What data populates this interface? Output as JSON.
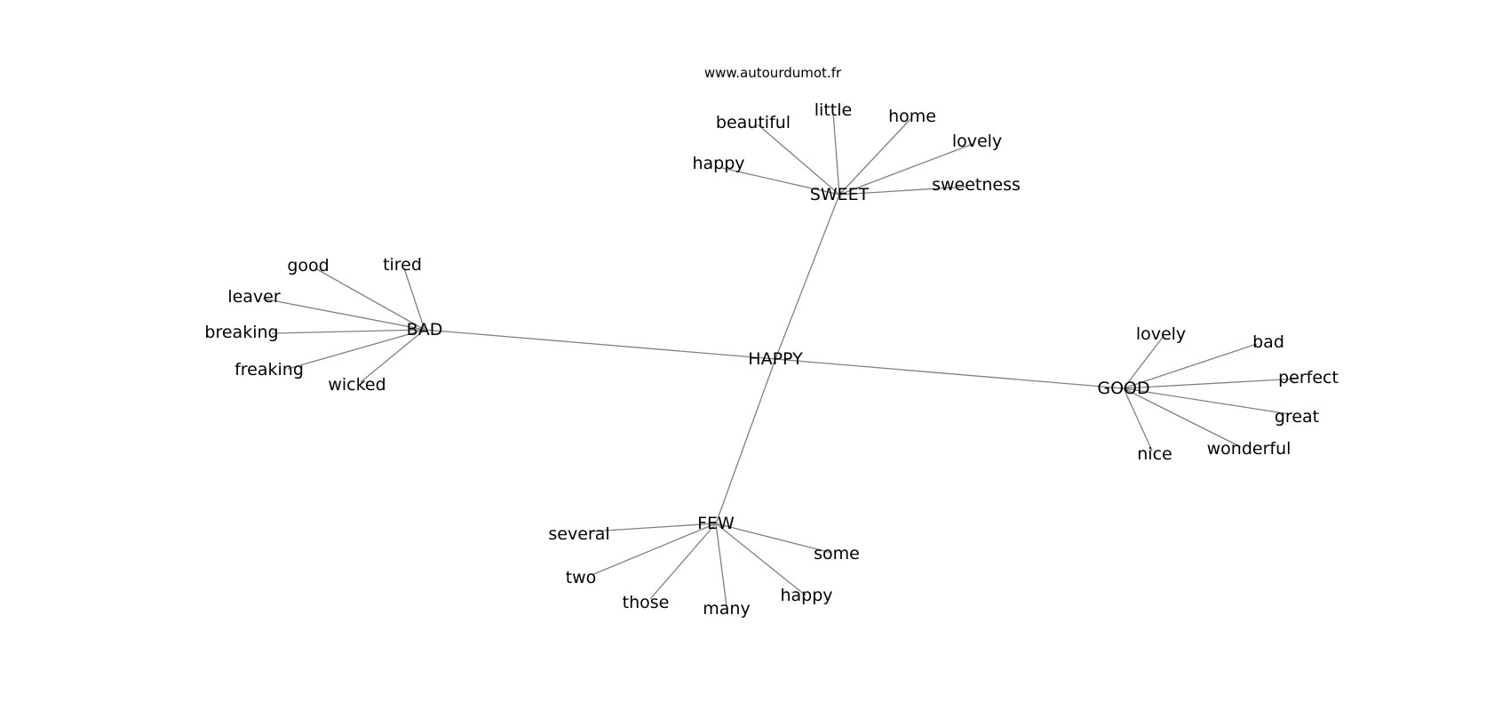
{
  "credit": "www.autourdumot.fr",
  "colors": {
    "edge": "#808080",
    "text": "#000000",
    "background": "#ffffff"
  },
  "graph": {
    "center": "HAPPY",
    "hubs": [
      {
        "id": "sweet",
        "label": "SWEET",
        "neighbors": [
          "beautiful",
          "little",
          "home",
          "lovely",
          "sweetness",
          "happy"
        ]
      },
      {
        "id": "bad",
        "label": "BAD",
        "neighbors": [
          "good",
          "tired",
          "leaver",
          "breaking",
          "freaking",
          "wicked"
        ]
      },
      {
        "id": "good",
        "label": "GOOD",
        "neighbors": [
          "lovely",
          "bad",
          "perfect",
          "great",
          "wonderful",
          "nice"
        ]
      },
      {
        "id": "few",
        "label": "FEW",
        "neighbors": [
          "several",
          "two",
          "those",
          "many",
          "happy",
          "some"
        ]
      }
    ]
  }
}
